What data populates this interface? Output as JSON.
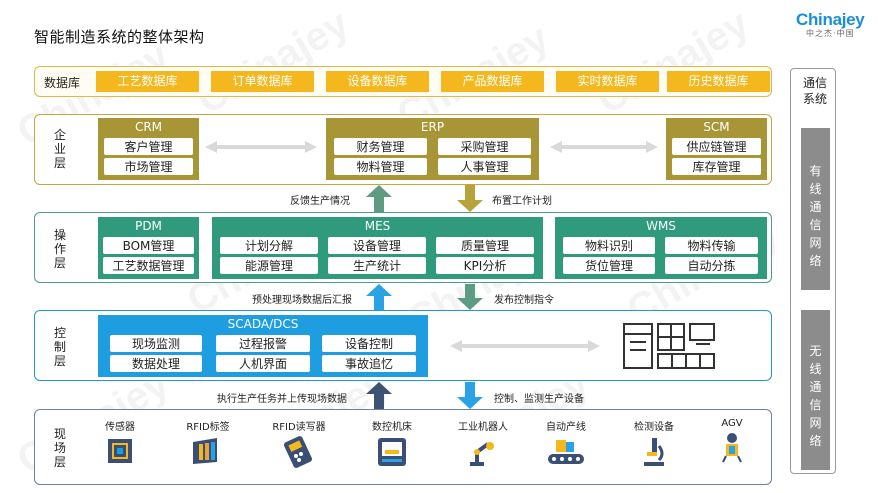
{
  "title": "智能制造系统的整体架构",
  "logo": {
    "brand": "Chinajey",
    "sub": "中之杰·中国"
  },
  "watermark": "Chinajey",
  "database": {
    "label": "数据库",
    "items": [
      "工艺数据库",
      "订单数据库",
      "设备数据库",
      "产品数据库",
      "实时数据库",
      "历史数据库"
    ]
  },
  "enterprise": {
    "label": "企业层",
    "crm": {
      "title": "CRM",
      "items": [
        "客户管理",
        "市场管理"
      ]
    },
    "erp": {
      "title": "ERP",
      "items": [
        "财务管理",
        "采购管理",
        "物料管理",
        "人事管理"
      ]
    },
    "scm": {
      "title": "SCM",
      "items": [
        "供应链管理",
        "库存管理"
      ]
    }
  },
  "arrows1": {
    "up": "反馈生产情况",
    "down": "布置工作计划"
  },
  "operation": {
    "label": "操作层",
    "pdm": {
      "title": "PDM",
      "items": [
        "BOM管理",
        "工艺数据管理"
      ]
    },
    "mes": {
      "title": "MES",
      "items": [
        "计划分解",
        "设备管理",
        "质量管理",
        "能源管理",
        "生产统计",
        "KPI分析"
      ]
    },
    "wms": {
      "title": "WMS",
      "items": [
        "物料识别",
        "物料传输",
        "货位管理",
        "自动分拣"
      ]
    }
  },
  "arrows2": {
    "up": "预处理现场数据后汇报",
    "down": "发布控制指令"
  },
  "control": {
    "label": "控制层",
    "scada": {
      "title": "SCADA/DCS",
      "items": [
        "现场监测",
        "过程报警",
        "设备控制",
        "数据处理",
        "人机界面",
        "事故追忆"
      ]
    }
  },
  "arrows3": {
    "up": "执行生产任务并上传现场数据",
    "down": "控制、监测生产设备"
  },
  "field": {
    "label": "现场层",
    "items": [
      "传感器",
      "RFID标签",
      "RFID读写器",
      "数控机床",
      "工业机器人",
      "自动产线",
      "检测设备",
      "AGV"
    ]
  },
  "comm": {
    "title": "通信系统",
    "wired": "有线通信网络",
    "wireless": "无线通信网络"
  },
  "colors": {
    "db": "#f4b81e",
    "enterprise": "#a89636",
    "operation": "#2f9b7c",
    "control": "#1e9ee0",
    "field_border": "#6f8099",
    "arrow_green": "#5e9b83",
    "arrow_olive": "#b8a33a",
    "arrow_blue": "#2aa3e6",
    "arrow_navy": "#3c5374",
    "comm_gray": "#8c8c8c"
  }
}
